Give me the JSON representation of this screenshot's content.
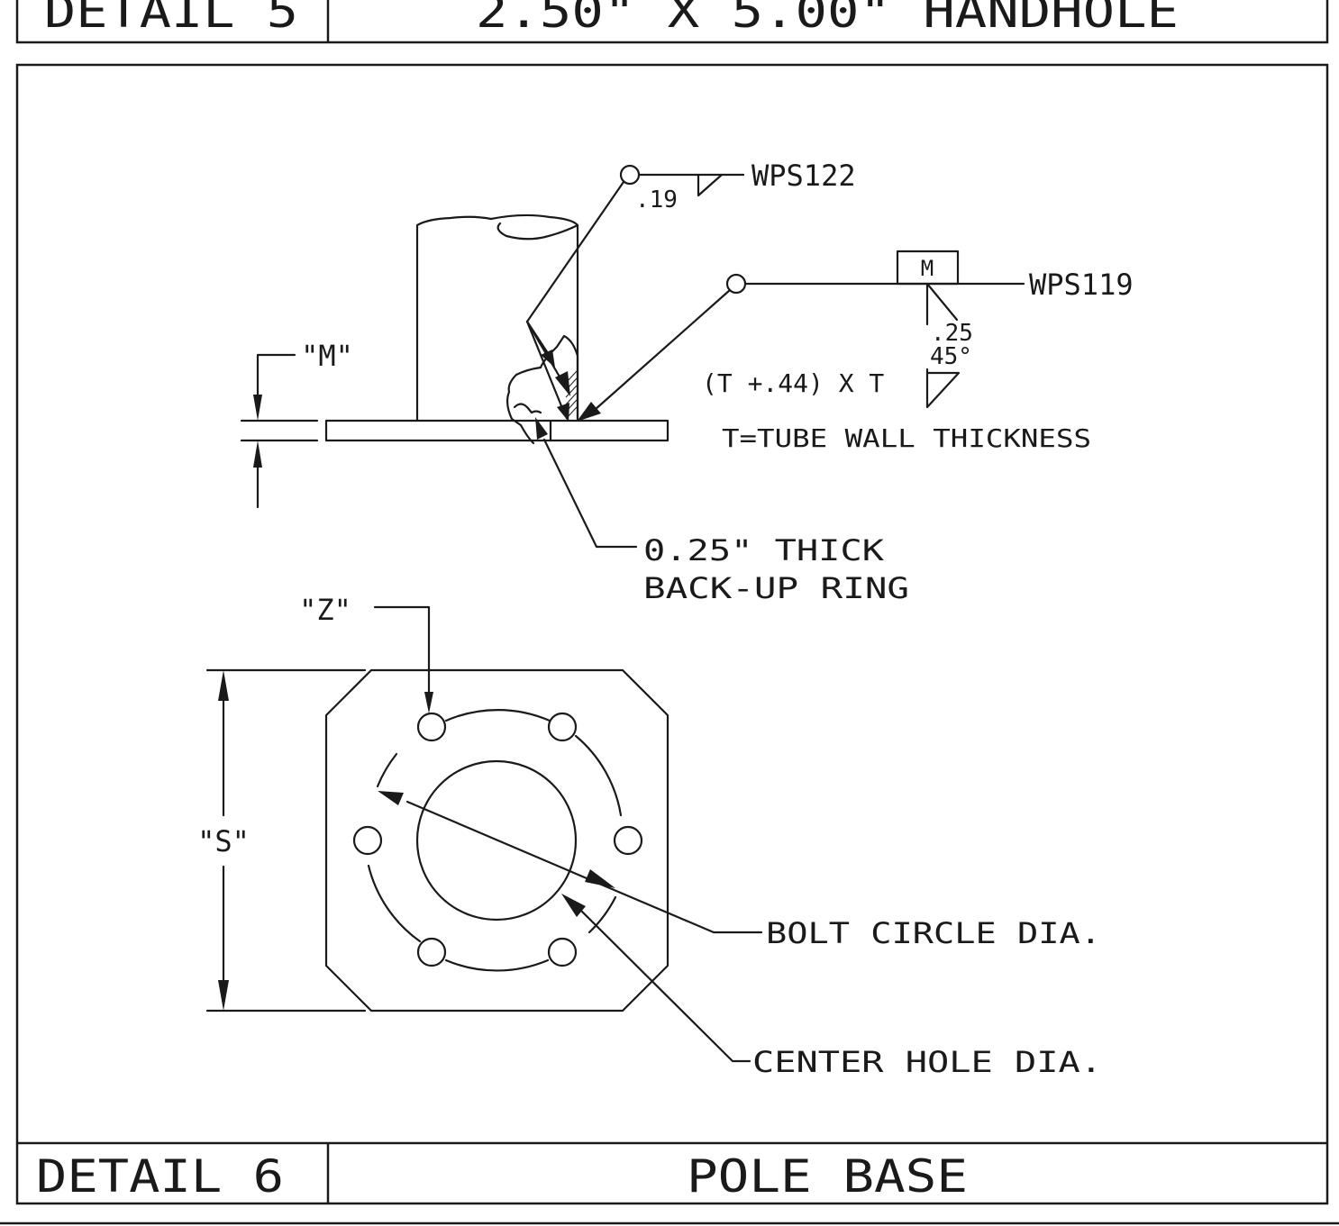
{
  "top_block": {
    "detail_label": "DETAIL 5",
    "detail_title": "2.50\" X 5.00\" HANDHOLE"
  },
  "bottom_block": {
    "detail_label": "DETAIL 6",
    "detail_title": "POLE BASE"
  },
  "weld_callouts": {
    "fillet_size": ".19",
    "fillet_wps": "WPS122",
    "groove_symbol_label": "M",
    "groove_wps": "WPS119",
    "groove_depth": ".25",
    "groove_angle": "45°",
    "fillet_spec": "(T +.44) X T",
    "note": "T=TUBE WALL THICKNESS"
  },
  "labels": {
    "plate_thickness": "\"M\"",
    "backup_ring_line1": "0.25\" THICK",
    "backup_ring_line2": "BACK-UP RING",
    "hole_callout": "\"Z\"",
    "plate_size": "\"S\"",
    "bolt_circle": "BOLT CIRCLE DIA.",
    "center_hole": "CENTER HOLE DIA."
  }
}
